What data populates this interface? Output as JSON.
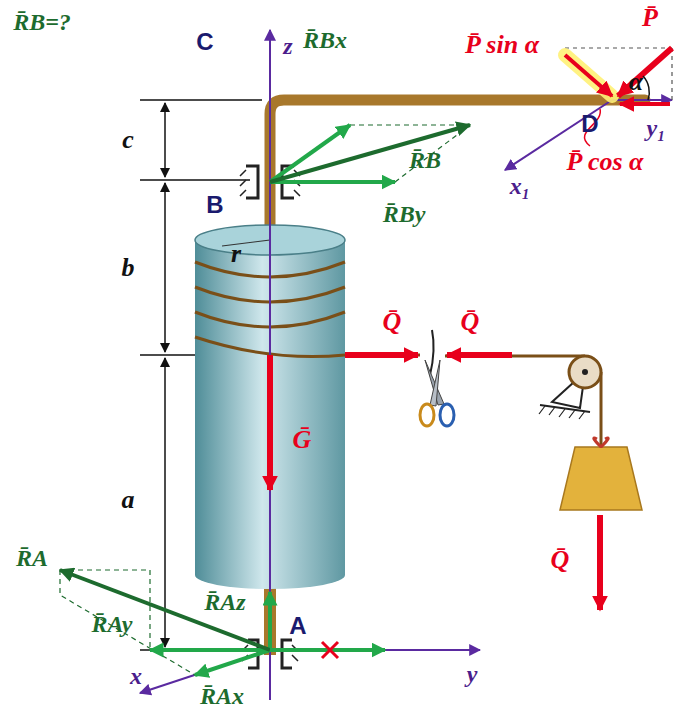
{
  "diagram": {
    "labels": [
      "R̄B=?",
      "C",
      "z",
      "R̄Bx",
      "P̄ sin α",
      "P̄",
      "α",
      "y₁",
      "D",
      "R̄B",
      "x₁",
      "c",
      "B",
      "R̄By",
      "r",
      "P̄ cos α",
      "b",
      "Q̄",
      "Q̄",
      "Ḡ",
      "a",
      "Q̄",
      "R̄A",
      "R̄Az",
      "A",
      "R̄Ay",
      "y",
      "x",
      "R̄Ax"
    ]
  }
}
